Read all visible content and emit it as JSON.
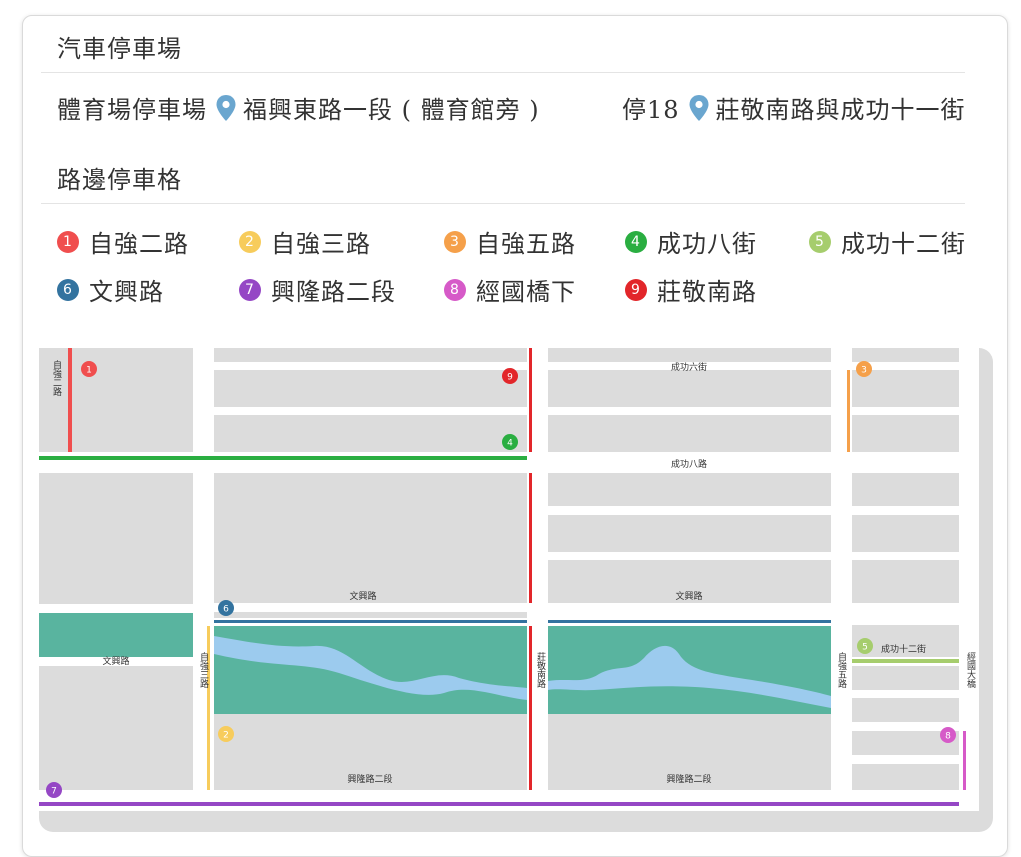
{
  "sections": {
    "car_parking": "汽車停車場",
    "roadside": "路邊停車格"
  },
  "lots": [
    {
      "name": "體育場停車場",
      "address": "福興東路一段 ( 體育館旁 )"
    },
    {
      "name": "停18",
      "address": "莊敬南路與成功十一街"
    }
  ],
  "colors": {
    "1": "#f04e4e",
    "2": "#f7cc5c",
    "3": "#f5a04a",
    "4": "#2aae41",
    "5": "#a6cd6d",
    "6": "#33739f",
    "7": "#9547c5",
    "8": "#d65ac8",
    "9": "#e2262a",
    "pin": "#6aa6cf",
    "block": "#dcdcdc",
    "green": "#59b49f",
    "river": "#9ccbee"
  },
  "legend": [
    {
      "num": "1",
      "label": "自強二路"
    },
    {
      "num": "2",
      "label": "自強三路"
    },
    {
      "num": "3",
      "label": "自強五路"
    },
    {
      "num": "4",
      "label": "成功八街"
    },
    {
      "num": "5",
      "label": "成功十二街"
    },
    {
      "num": "6",
      "label": "文興路"
    },
    {
      "num": "7",
      "label": "興隆路二段"
    },
    {
      "num": "8",
      "label": "經國橋下"
    },
    {
      "num": "9",
      "label": "莊敬南路"
    }
  ],
  "map_labels": {
    "zq2": "自強二路",
    "zq3": "自強三路",
    "zq5": "自強五路",
    "zj": "莊敬南路",
    "jg": "經國大橋",
    "cg6": "成功六街",
    "cg8": "成功八路",
    "wx_left": "文興路",
    "wx_mid": "文興路",
    "wx_right": "文興路",
    "xl_left": "興隆路二段",
    "xl_right": "興隆路二段",
    "cg12": "成功十二街"
  }
}
